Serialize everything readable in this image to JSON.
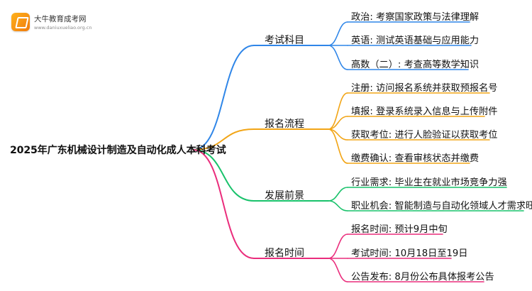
{
  "logo": {
    "title": "大牛教育成考网",
    "url": "www.daniuxueliao.org.cn"
  },
  "root": "2025年广东机械设计制造及自动化成人本科考试",
  "branches": [
    {
      "label": "考试科目",
      "color": "#2f86e8",
      "leaves": [
        "政治: 考察国家政策与法律理解",
        "英语: 测试英语基础与应用能力",
        "高数（二）: 考查高等数学知识"
      ]
    },
    {
      "label": "报名流程",
      "color": "#f2a516",
      "leaves": [
        "注册: 访问报名系统并获取预报名号",
        "填报: 登录系统录入信息与上传附件",
        "获取考位: 进行人脸验证以获取考位",
        "缴费确认: 查看审核状态并缴费"
      ]
    },
    {
      "label": "发展前景",
      "color": "#19c26b",
      "leaves": [
        "行业需求: 毕业生在就业市场竞争力强",
        "职业机会: 智能制造与自动化领域人才需求旺盛"
      ]
    },
    {
      "label": "报名时间",
      "color": "#ea2d7c",
      "leaves": [
        "报名时间: 预计9月中旬",
        "考试时间: 10月18日至19日",
        "公告发布: 8月份公布具体报考公告"
      ]
    }
  ]
}
